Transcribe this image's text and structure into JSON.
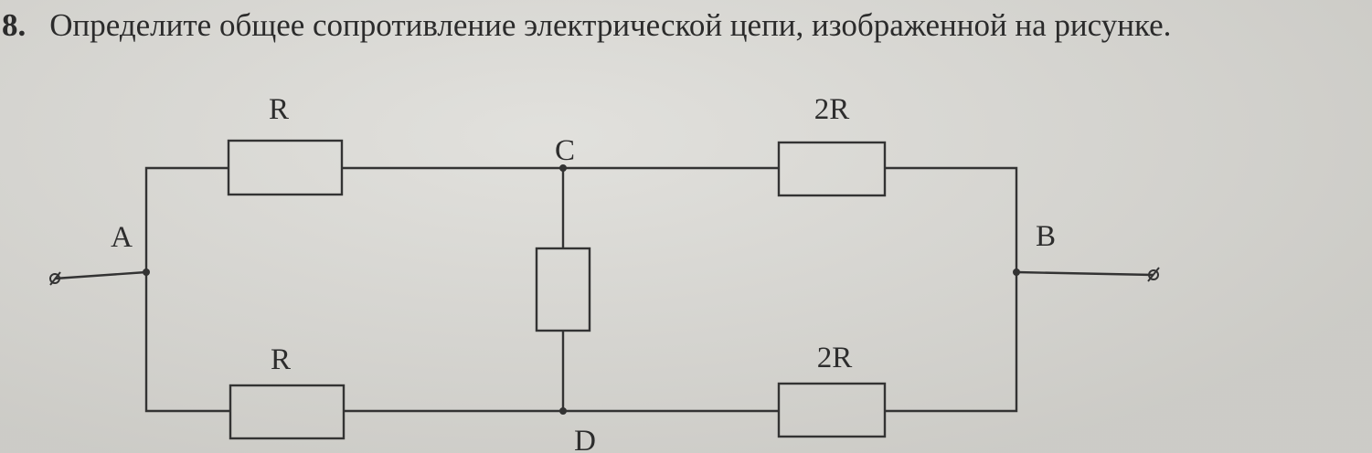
{
  "problem": {
    "number": "8.",
    "text": "Определите общее сопротивление электрической цепи, изображенной на рисунке."
  },
  "circuit": {
    "resistors": [
      {
        "id": "top-left",
        "label": "R"
      },
      {
        "id": "top-right",
        "label": "2R"
      },
      {
        "id": "middle",
        "label": ""
      },
      {
        "id": "bottom-left",
        "label": "R"
      },
      {
        "id": "bottom-right",
        "label": "2R"
      }
    ],
    "nodes": {
      "a": "A",
      "b": "B",
      "c": "C",
      "d": "D"
    }
  }
}
